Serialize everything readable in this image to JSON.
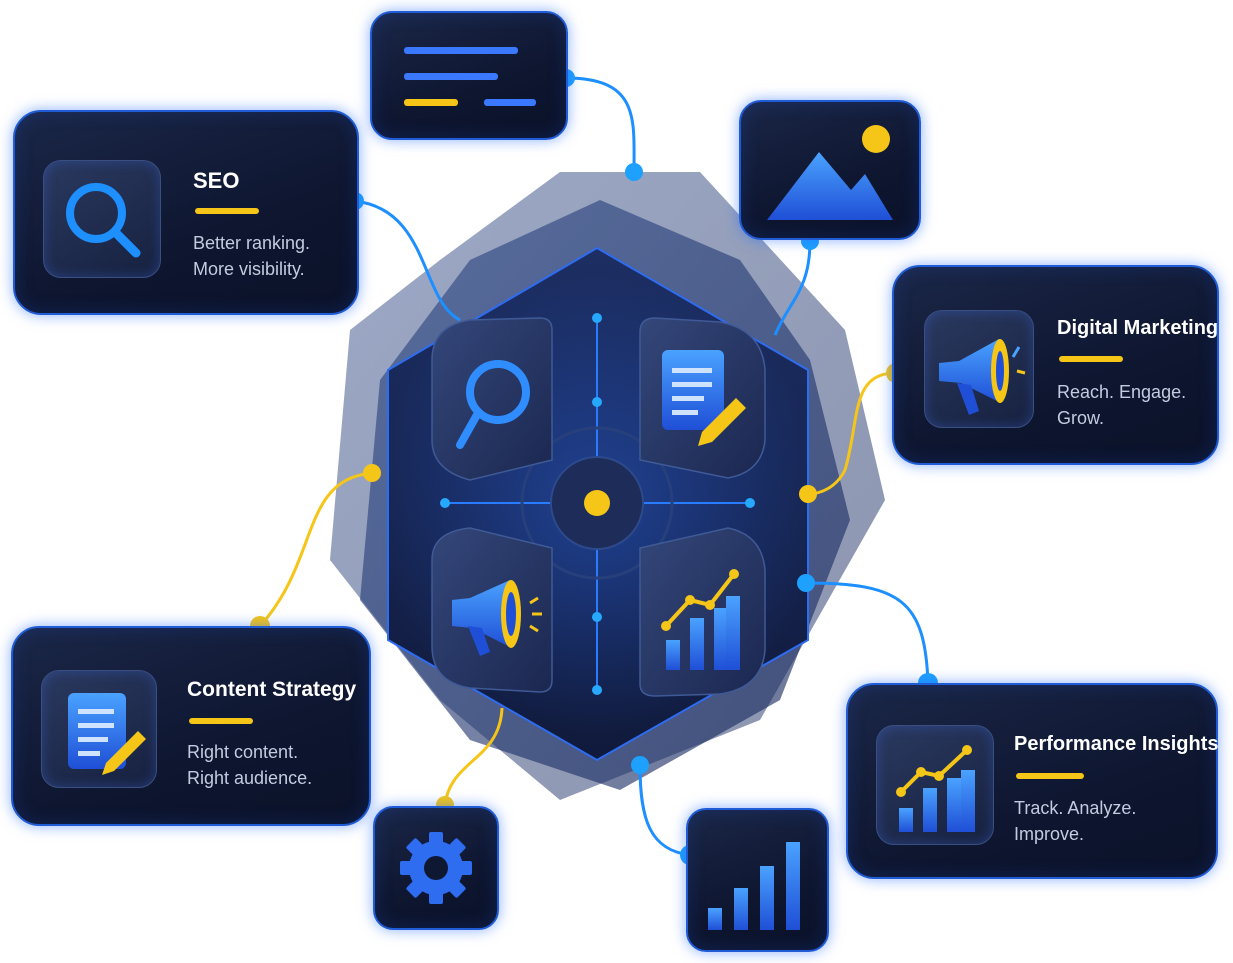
{
  "cards": {
    "seo": {
      "title": "SEO",
      "line1": "Better ranking.",
      "line2": "More visibility."
    },
    "digital_marketing": {
      "title": "Digital Marketing",
      "line1": "Reach. Engage.",
      "line2": "Grow."
    },
    "content_strategy": {
      "title": "Content Strategy",
      "line1": "Right content.",
      "line2": "Right audience."
    },
    "performance_insights": {
      "title": "Performance Insights",
      "line1": "Track. Analyze.",
      "line2": "Improve."
    }
  },
  "nodes": {
    "top": "text-lines-icon",
    "top_right": "image-icon",
    "bottom_left": "gear-icon",
    "bottom_right": "bar-chart-icon"
  },
  "hub": {
    "quadrants": [
      "search-icon",
      "document-edit-icon",
      "megaphone-icon",
      "growth-chart-icon"
    ]
  },
  "colors": {
    "accent_blue": "#1f7bff",
    "accent_yellow": "#f5c518",
    "card_bg": "#0e1630",
    "connector_blue": "#1e8fff",
    "connector_yellow": "#f5c518"
  }
}
